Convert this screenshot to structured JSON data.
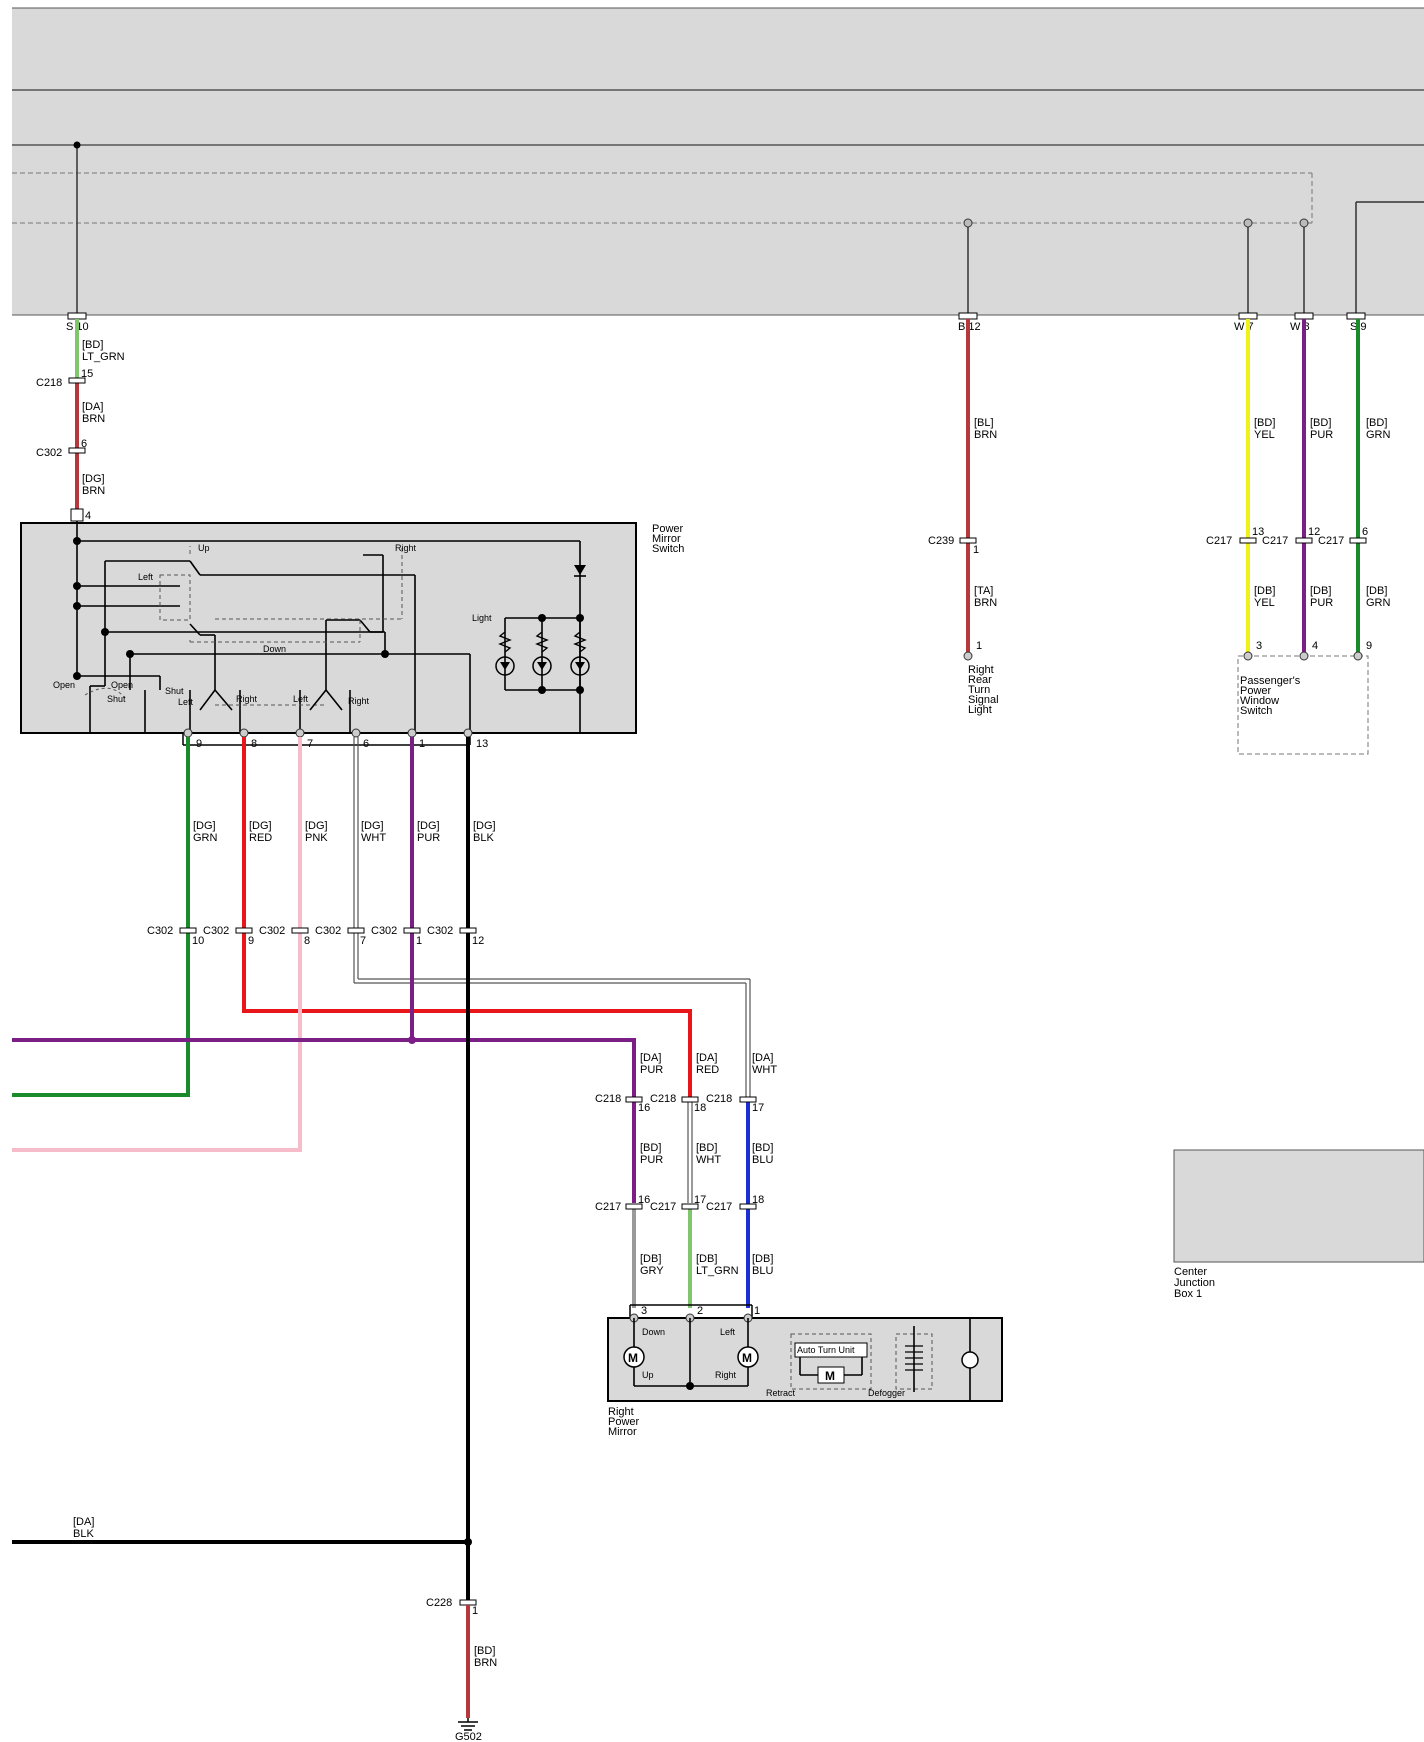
{
  "colors": {
    "BRN": "#b5393c",
    "LT_GRN": "#7fc66e",
    "GRN": "#1b8a2a",
    "RED": "#e8161b",
    "PNK": "#f6bcca",
    "WHT": "#ffffff",
    "PUR": "#7b1f86",
    "BLK": "#000000",
    "YEL": "#f1f11a",
    "GRY": "#9a9a9a",
    "BLU": "#1c2fd6",
    "box_fill": "#d9d9d9"
  },
  "top_pins": {
    "s10": "S 10",
    "b12": "B 12",
    "w7": "W 7",
    "w8": "W 8",
    "s9": "S 9"
  },
  "wires": {
    "bd_ltgrn": [
      "[BD]",
      "LT_GRN"
    ],
    "da_brn_1": [
      "[DA]",
      "BRN"
    ],
    "dg_brn": [
      "[DG]",
      "BRN"
    ],
    "bl_brn": [
      "[BL]",
      "BRN"
    ],
    "ta_brn": [
      "[TA]",
      "BRN"
    ],
    "bd_yel": [
      "[BD]",
      "YEL"
    ],
    "db_yel": [
      "[DB]",
      "YEL"
    ],
    "bd_pur_top": [
      "[BD]",
      "PUR"
    ],
    "db_pur": [
      "[DB]",
      "PUR"
    ],
    "bd_grn": [
      "[BD]",
      "GRN"
    ],
    "db_grn": [
      "[DB]",
      "GRN"
    ],
    "dg_grn": [
      "[DG]",
      "GRN"
    ],
    "dg_red": [
      "[DG]",
      "RED"
    ],
    "dg_pnk": [
      "[DG]",
      "PNK"
    ],
    "dg_wht": [
      "[DG]",
      "WHT"
    ],
    "dg_pur": [
      "[DG]",
      "PUR"
    ],
    "dg_blk": [
      "[DG]",
      "BLK"
    ],
    "da_pur": [
      "[DA]",
      "PUR"
    ],
    "da_red": [
      "[DA]",
      "RED"
    ],
    "da_wht": [
      "[DA]",
      "WHT"
    ],
    "bd_pur": [
      "[BD]",
      "PUR"
    ],
    "bd_wht": [
      "[BD]",
      "WHT"
    ],
    "bd_blu": [
      "[BD]",
      "BLU"
    ],
    "db_gry": [
      "[DB]",
      "GRY"
    ],
    "db_ltgrn": [
      "[DB]",
      "LT_GRN"
    ],
    "db_blu": [
      "[DB]",
      "BLU"
    ],
    "da_blk": [
      "[DA]",
      "BLK"
    ],
    "bd_brn_bottom": [
      "[BD]",
      "BRN"
    ]
  },
  "connectors": {
    "c218": "C218",
    "c302": "C302",
    "c239": "C239",
    "c217": "C217",
    "c228": "C228",
    "g502": "G502"
  },
  "pin_numbers": {
    "c218_15": "15",
    "c302_6": "6",
    "sw_4": "4",
    "c239_1": "1",
    "light_1": "1",
    "c217_13": "13",
    "c217_12": "12",
    "c217_6": "6",
    "pws_3": "3",
    "pws_4": "4",
    "pws_9": "9",
    "sw_9": "9",
    "sw_8": "8",
    "sw_7": "7",
    "sw_6": "6",
    "sw_1": "1",
    "sw_13": "13",
    "c302_10": "10",
    "c302_9": "9",
    "c302_8": "8",
    "c302_7": "7",
    "c302_1": "1",
    "c302_12": "12",
    "c218_16": "16",
    "c218_18": "18",
    "c218_17": "17",
    "c217_16": "16",
    "c217_17": "17",
    "c217_18": "18",
    "mir_3": "3",
    "mir_2": "2",
    "mir_1": "1",
    "c228_1": "1"
  },
  "components": {
    "power_mirror_switch": [
      "Power",
      "Mirror",
      "Switch"
    ],
    "right_rear_turn_signal": [
      "Right",
      "Rear",
      "Turn",
      "Signal",
      "Light"
    ],
    "passengers_window_switch": [
      "Passenger's",
      "Power",
      "Window",
      "Switch"
    ],
    "center_junction_box": [
      "Center",
      "Junction",
      "Box 1"
    ],
    "right_power_mirror": [
      "Right",
      "Power",
      "Mirror"
    ]
  },
  "switch_labels": {
    "up": "Up",
    "right_top": "Right",
    "left": "Left",
    "down": "Down",
    "light": "Light",
    "open1": "Open",
    "open2": "Open",
    "shut1": "Shut",
    "shut2": "Shut",
    "left1": "Left",
    "right1": "Right",
    "left2": "Left",
    "right2": "Right"
  },
  "mirror_labels": {
    "down": "Down",
    "up": "Up",
    "left": "Left",
    "right": "Right",
    "auto_turn_unit": "Auto Turn Unit",
    "retract": "Retract",
    "defogger": "Defogger",
    "motor": "M"
  }
}
